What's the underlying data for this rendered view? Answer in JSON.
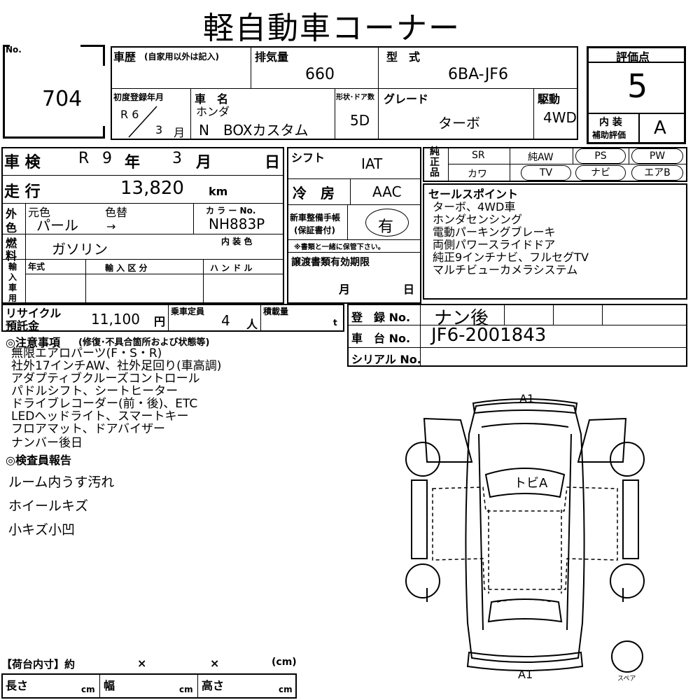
{
  "header": {
    "title": "軽自動車コーナー"
  },
  "lot": {
    "no_label": "No.",
    "number": "704"
  },
  "history": {
    "label": "車歴",
    "note": "(自家用以外は記入)",
    "value": ""
  },
  "displacement": {
    "label": "排気量",
    "value": "660"
  },
  "model": {
    "label": "型　式",
    "value": "6BA-JF6"
  },
  "grade_score": {
    "label": "評価点",
    "value": "5",
    "interior_label_1": "内 装",
    "interior_label_2": "補助評価",
    "interior_value": "A"
  },
  "first_reg": {
    "label": "初度登録年月",
    "era_year": "R 6",
    "month": "3",
    "month_unit": "月"
  },
  "car_name": {
    "label": "車　名",
    "maker": "ホンダ",
    "value": "N　BOXカスタム"
  },
  "body_doors": {
    "label": "形状･ドア数",
    "value": "5D"
  },
  "trim_grade": {
    "label": "グレード",
    "value": "ターボ"
  },
  "drive": {
    "label": "駆動",
    "value": "4WD"
  },
  "inspection": {
    "label": "車 検",
    "era": "R",
    "year": "9",
    "year_unit": "年",
    "month": "3",
    "month_unit": "月",
    "day_unit": "日"
  },
  "mileage": {
    "label": "走 行",
    "value": "13,820",
    "unit": "km"
  },
  "shift": {
    "label": "シフト",
    "value": "IAT"
  },
  "aircon": {
    "label": "冷　房",
    "value": "AAC"
  },
  "equipment": {
    "label": "純正品",
    "cells": [
      "SR",
      "純AW",
      "カワ"
    ],
    "pills": [
      "PS",
      "PW",
      "TV",
      "ナビ",
      "エアB"
    ]
  },
  "color": {
    "side_label_1": "外",
    "side_label_2": "色",
    "original_label": "元色",
    "change_label": "色替",
    "original_value": "パール",
    "change_value": "→",
    "code_label": "カ ラ ー No.",
    "code_value": "NH883P"
  },
  "warranty": {
    "label_1": "新車整備手帳",
    "label_2": "(保証書付)",
    "value": "有",
    "note": "※書類と一緒に保管下さい。"
  },
  "sales_points": {
    "label": "セールスポイント",
    "items": [
      "ターボ、4WD車",
      "ホンダセンシング",
      "電動パーキングブレーキ",
      "両側パワースライドドア",
      "純正9インチナビ、フルセグTV",
      "マルチビューカメラシステム"
    ]
  },
  "fuel": {
    "side_label_1": "燃",
    "side_label_2": "料",
    "value": "ガソリン",
    "interior_color_label": "内 装 色",
    "interior_color_value": ""
  },
  "import": {
    "side_labels": [
      "輸",
      "入",
      "車",
      "用"
    ],
    "year_label": "年式",
    "category_label": "輸 入 区 分",
    "handle_label": "ハ ン ド ル"
  },
  "docs_expiry": {
    "label": "譲渡書類有効期限",
    "month_unit": "月",
    "day_unit": "日"
  },
  "recycle": {
    "label_1": "リサイクル",
    "label_2": "預託金",
    "value": "11,100",
    "unit": "円"
  },
  "capacity": {
    "label": "乗車定員",
    "value": "4",
    "unit": "人"
  },
  "load": {
    "label": "積載量",
    "unit": "t"
  },
  "registration": {
    "label": "登　録 No.",
    "value": "ナン後"
  },
  "chassis": {
    "label": "車　台 No.",
    "value": "JF6-2001843"
  },
  "serial": {
    "label": "シリアル No.",
    "value": ""
  },
  "notes": {
    "label": "◎注意事項",
    "sub": "(修復･不具合箇所および状態等)",
    "items": [
      "無限エアロパーツ(F・S・R)",
      "社外17インチAW、社外足回り(車高調)",
      "アダプティブクルーズコントロール",
      "パドルシフト、シートヒーター",
      "ドライブレコーダー(前・後)、ETC",
      "LEDヘッドライト、スマートキー",
      "フロアマット、ドアバイザー",
      "ナンバー後日"
    ]
  },
  "inspector": {
    "label": "◎検査員報告",
    "items": [
      "ルーム内うす汚れ",
      "ホイールキズ",
      "小キズ小凹"
    ]
  },
  "diagram": {
    "front_mark": "A1",
    "rear_mark": "A1",
    "roof_mark": "トビA",
    "spare_label": "スペア"
  },
  "cargo": {
    "label": "【荷台内寸】約",
    "x1": "×",
    "x2": "×",
    "unit": "(cm)",
    "length_label": "長さ",
    "width_label": "幅",
    "height_label": "高さ",
    "cm": "cm"
  }
}
